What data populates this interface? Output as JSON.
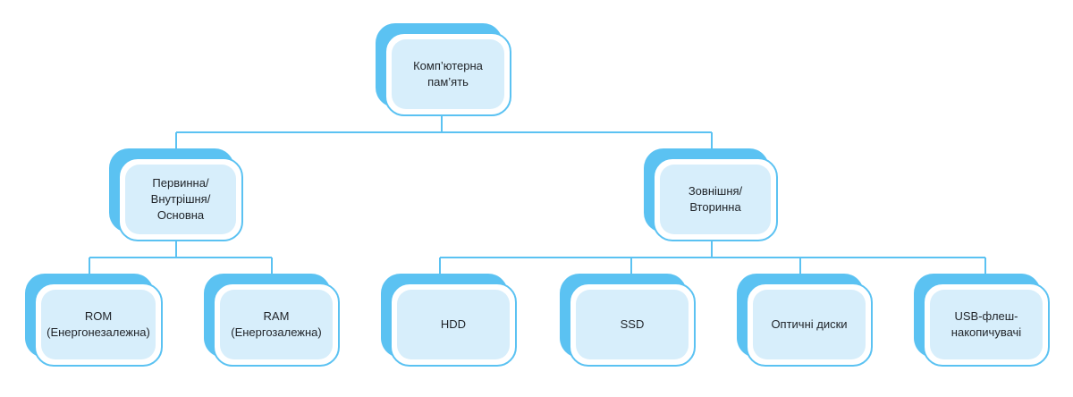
{
  "diagram": {
    "accent_color": "#5bc2f2",
    "fill_color": "#d7eefb",
    "root": {
      "label": "Комп’ютерна\nпам’ять"
    },
    "primary": {
      "label": "Первинна/\nВнутрішня/Основна",
      "children": {
        "rom": {
          "label": "ROM\n(Енергонезалежна)"
        },
        "ram": {
          "label": "RAM\n(Енергозалежна)"
        }
      }
    },
    "secondary": {
      "label": "Зовнішня/Вторинна",
      "children": {
        "hdd": {
          "label": "HDD"
        },
        "ssd": {
          "label": "SSD"
        },
        "optical": {
          "label": "Оптичні диски"
        },
        "usb": {
          "label": "USB-флеш-\nнакопичувачі"
        }
      }
    }
  }
}
